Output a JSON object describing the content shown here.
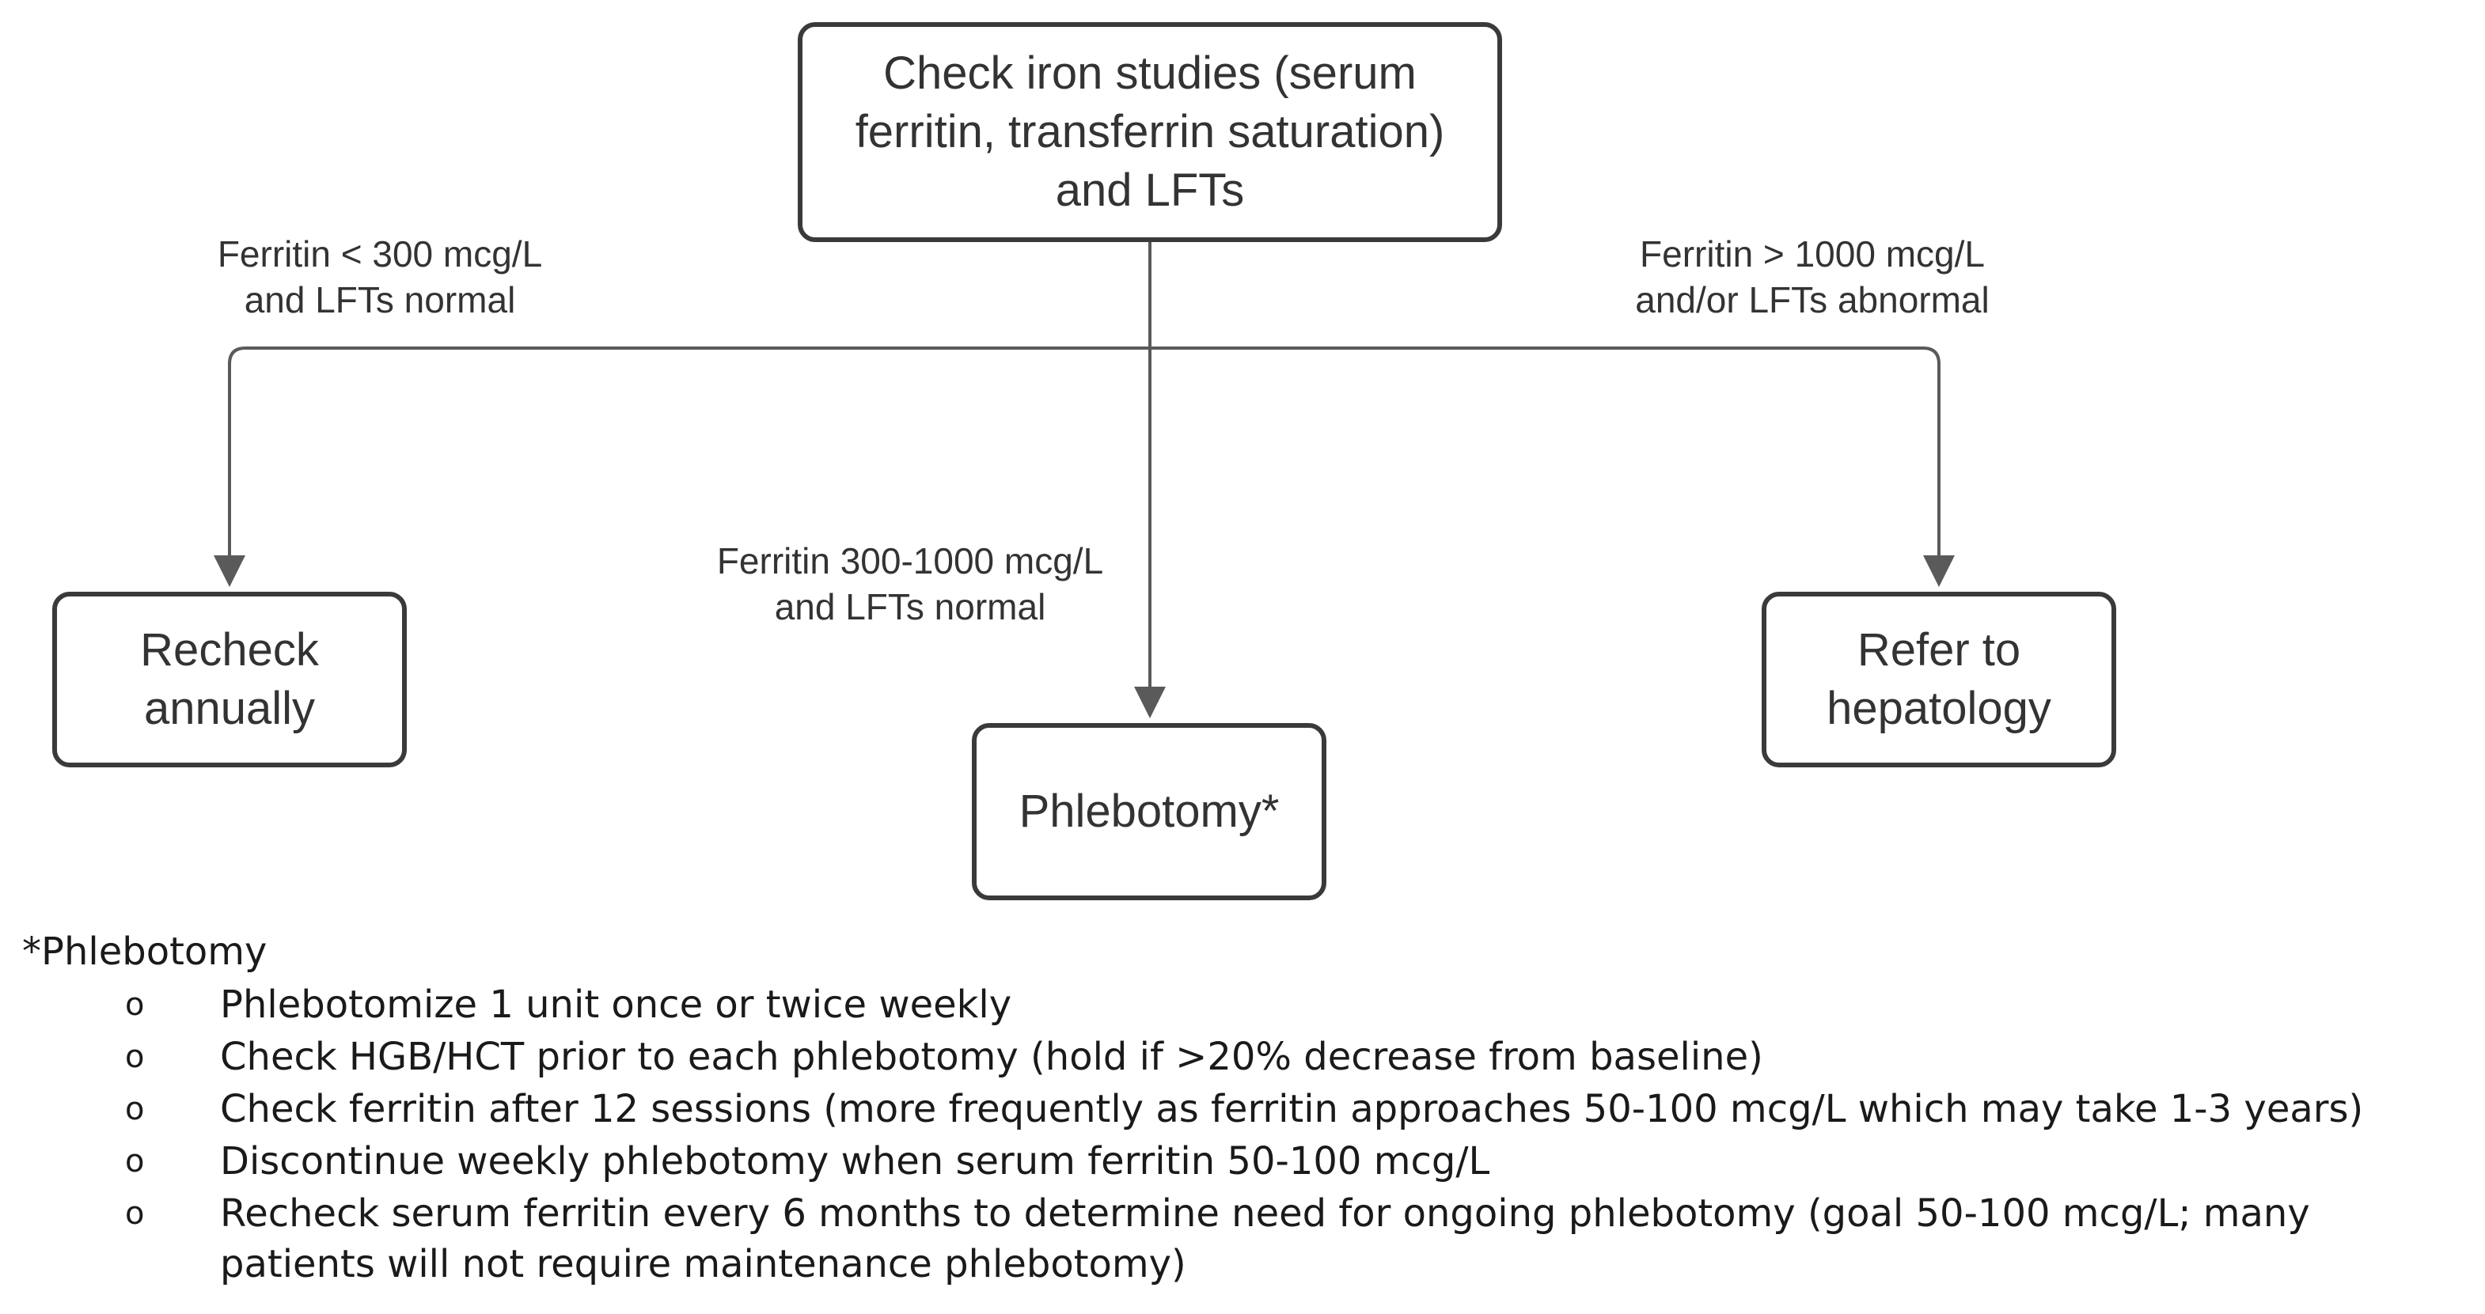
{
  "top_box": {
    "lines": [
      "Check iron studies (serum",
      "ferritin, transferrin saturation)",
      "and LFTs"
    ]
  },
  "branches": {
    "left": {
      "lines": [
        "Ferritin < 300 mcg/L",
        "and LFTs normal"
      ]
    },
    "middle": {
      "lines": [
        "Ferritin 300-1000 mcg/L",
        "and LFTs normal"
      ]
    },
    "right": {
      "lines": [
        "Ferritin > 1000 mcg/L",
        "and/or LFTs abnormal"
      ]
    }
  },
  "outcomes": {
    "left": {
      "lines": [
        "Recheck",
        "annually"
      ]
    },
    "middle": {
      "lines": [
        "Phlebotomy*"
      ]
    },
    "right": {
      "lines": [
        "Refer to",
        "hepatology"
      ]
    }
  },
  "notes": {
    "title": "*Phlebotomy",
    "bullet_symbol": "o",
    "items": [
      "Phlebotomize 1 unit once or twice weekly",
      "Check HGB/HCT prior to each phlebotomy (hold if >20% decrease from baseline)",
      "Check ferritin after 12 sessions (more frequently as ferritin approaches 50-100 mcg/L which may take 1-3 years)",
      "Discontinue weekly phlebotomy when serum ferritin 50-100 mcg/L",
      "Recheck serum ferritin every 6 months to determine need for ongoing phlebotomy (goal 50-100 mcg/L; many patients will not require maintenance phlebotomy)"
    ]
  },
  "colors": {
    "line": "#5a5a5a",
    "box_border": "#3a3a3a",
    "text": "#333333"
  }
}
